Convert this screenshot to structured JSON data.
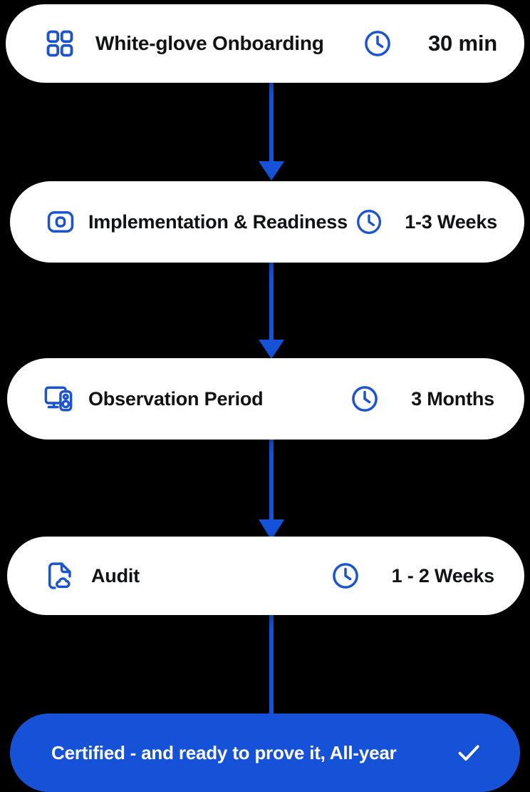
{
  "theme": {
    "background": "#000000",
    "card_background": "#ffffff",
    "accent_blue": "#1652D8",
    "icon_blue": "#1B54CE",
    "text_dark": "#111214",
    "text_light": "#ffffff"
  },
  "steps": [
    {
      "icon": "grid-squares-icon",
      "label": "White-glove Onboarding",
      "duration": "30 min",
      "duration_icon": "clock-icon"
    },
    {
      "icon": "device-frame-icon",
      "label": "Implementation & Readiness",
      "duration": "1-3 Weeks",
      "duration_icon": "clock-icon"
    },
    {
      "icon": "monitor-server-icon",
      "label": "Observation Period",
      "duration": "3 Months",
      "duration_icon": "clock-icon"
    },
    {
      "icon": "document-cloud-icon",
      "label": "Audit",
      "duration": "1 - 2 Weeks",
      "duration_icon": "clock-icon"
    }
  ],
  "connectors": [
    {
      "name": "connector-1",
      "has_arrowhead": true
    },
    {
      "name": "connector-2",
      "has_arrowhead": true
    },
    {
      "name": "connector-3",
      "has_arrowhead": true
    },
    {
      "name": "connector-4",
      "has_arrowhead": false
    }
  ],
  "banner": {
    "text": "Certified - and ready to prove it, All-year",
    "icon": "check-icon"
  }
}
